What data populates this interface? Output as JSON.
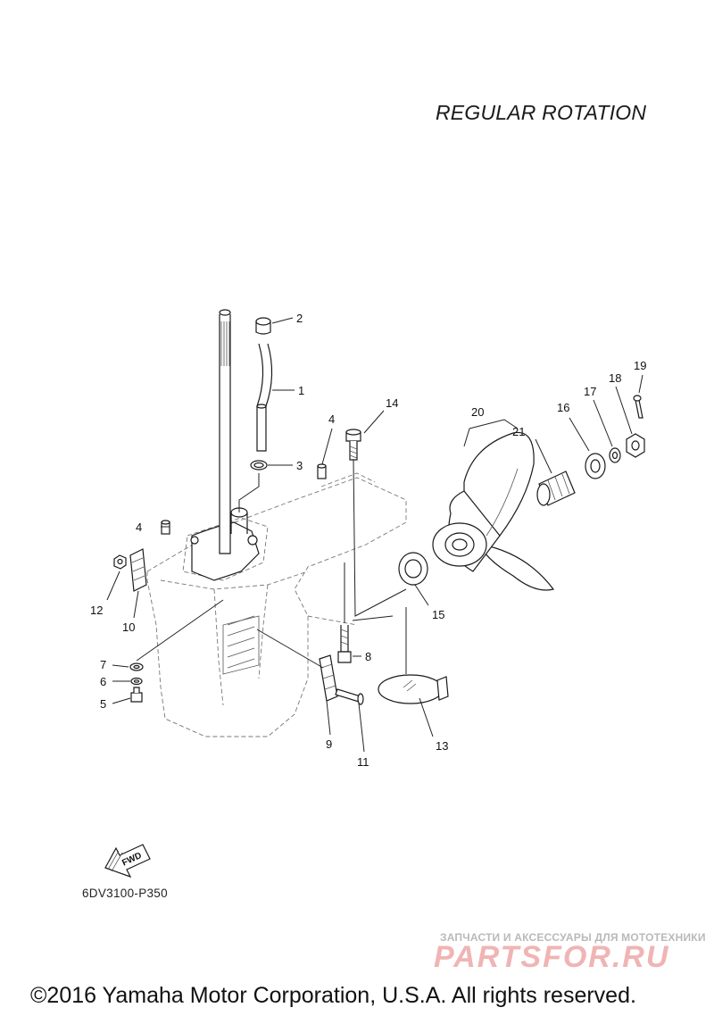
{
  "header": {
    "title": "REGULAR ROTATION"
  },
  "diagram": {
    "code": "6DV3100-P350",
    "fwd_label": "FWD",
    "callouts": [
      {
        "id": "c1",
        "label": "1"
      },
      {
        "id": "c2",
        "label": "2"
      },
      {
        "id": "c3",
        "label": "3"
      },
      {
        "id": "c4a",
        "label": "4"
      },
      {
        "id": "c4b",
        "label": "4"
      },
      {
        "id": "c5",
        "label": "5"
      },
      {
        "id": "c6",
        "label": "6"
      },
      {
        "id": "c7",
        "label": "7"
      },
      {
        "id": "c8",
        "label": "8"
      },
      {
        "id": "c9",
        "label": "9"
      },
      {
        "id": "c10",
        "label": "10"
      },
      {
        "id": "c11",
        "label": "11"
      },
      {
        "id": "c12",
        "label": "12"
      },
      {
        "id": "c13",
        "label": "13"
      },
      {
        "id": "c14",
        "label": "14"
      },
      {
        "id": "c15",
        "label": "15"
      },
      {
        "id": "c16",
        "label": "16"
      },
      {
        "id": "c17",
        "label": "17"
      },
      {
        "id": "c18",
        "label": "18"
      },
      {
        "id": "c19",
        "label": "19"
      },
      {
        "id": "c20",
        "label": "20"
      },
      {
        "id": "c21",
        "label": "21"
      }
    ]
  },
  "watermark": {
    "line1": "ЗАПЧАСТИ И АКСЕССУАРЫ ДЛЯ МОТОТЕХНИКИ",
    "logo": "PARTSFOR.RU"
  },
  "footer": {
    "copyright": "©2016 Yamaha Motor Corporation, U.S.A. All rights reserved."
  }
}
